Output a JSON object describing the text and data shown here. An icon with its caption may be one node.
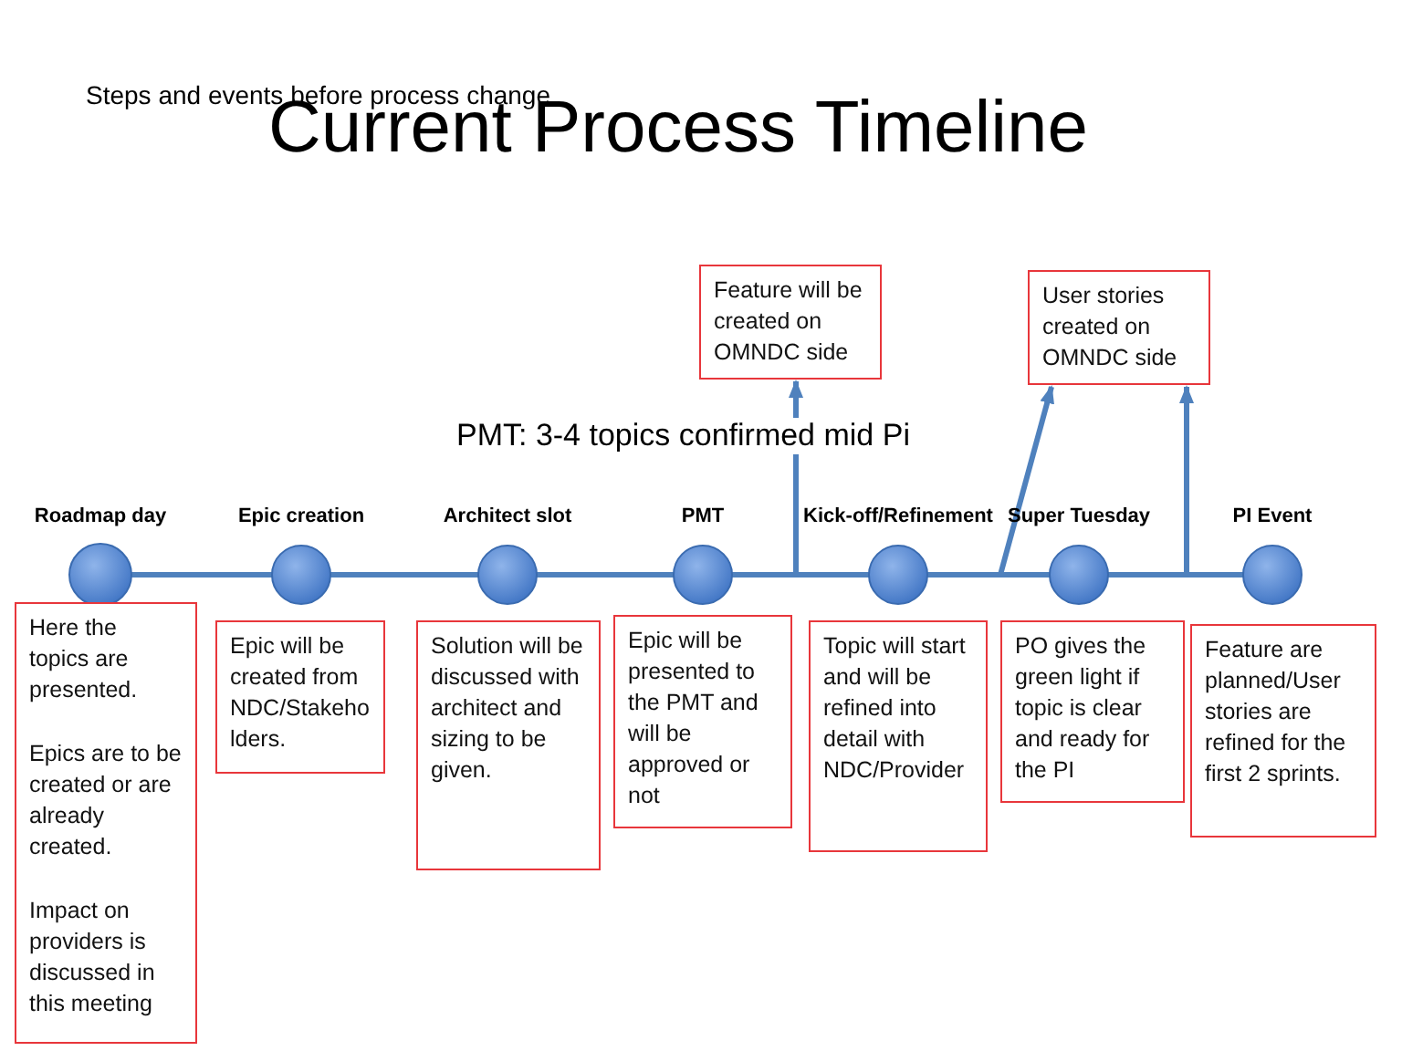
{
  "diagram": {
    "title": "Current Process Timeline",
    "nodes": [
      {
        "text": [
          "Feature will be created on OMNDC side"
        ]
      },
      {
        "text": [
          "User stories created on OMNDC side"
        ]
      },
      {
        "text": [
          "Roadmap day"
        ]
      },
      {
        "text": [
          "Epic creation"
        ]
      },
      {
        "text": [
          "Architect slot"
        ]
      },
      {
        "text": [
          "PMT"
        ]
      },
      {
        "text": [
          "Kick-off/Refinement"
        ]
      },
      {
        "text": [
          "Super Tuesday"
        ]
      },
      {
        "text": [
          "PI Event"
        ]
      },
      {
        "text": [
          "Here the topics are presented.",
          "Epics are to be created or are already created.",
          "Impact on providers is discussed in this meeting"
        ]
      },
      {
        "text": [
          "Epic will be created from NDC/Stakeholders."
        ]
      },
      {
        "text": [
          "Solution will be discussed with architect and sizing to be given."
        ]
      },
      {
        "text": [
          "Epic will be presented to the PMT and will be approved or not"
        ]
      },
      {
        "text": [
          "Topic will start and will be refined into detail with NDC/Provider"
        ]
      },
      {
        "text": [
          "PO gives the green light if topic is clear and ready for the PI"
        ]
      },
      {
        "text": [
          "Feature are planned/User stories are refined for the first 2 sprints."
        ]
      }
    ],
    "edges": [
      {
        "from": 2,
        "to": 3,
        "arrow": "none"
      },
      {
        "from": 3,
        "to": 4,
        "arrow": "none"
      },
      {
        "from": 4,
        "to": 5,
        "arrow": "none"
      },
      {
        "from": 5,
        "to": 6,
        "arrow": "none"
      },
      {
        "from": 6,
        "to": 7,
        "arrow": "none"
      },
      {
        "from": 7,
        "to": 8,
        "arrow": "none"
      },
      {
        "from": null,
        "to": 0,
        "arrow": "to"
      },
      {
        "from": null,
        "to": 1,
        "arrow": "to"
      },
      {
        "from": null,
        "to": 1,
        "arrow": "to"
      }
    ],
    "labels": [
      "Steps and events before process change",
      "PMT: 3-4 topics confirmed mid Pi"
    ]
  }
}
